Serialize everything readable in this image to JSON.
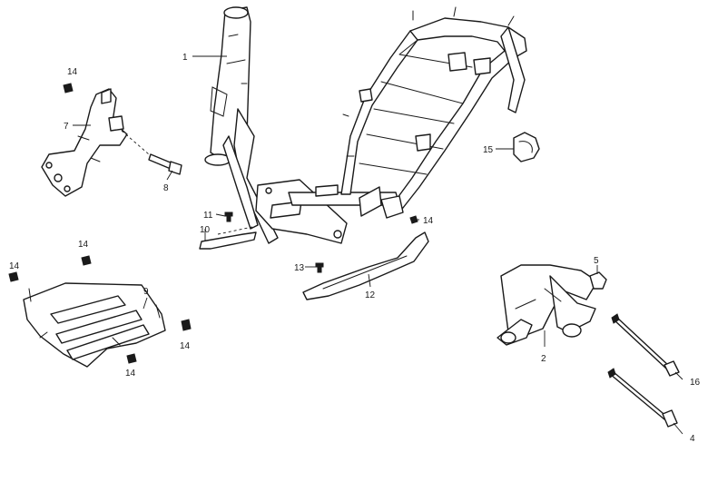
{
  "callouts": {
    "c1": "1",
    "c2": "2",
    "c4": "4",
    "c5": "5",
    "c7": "7",
    "c8": "8",
    "c9": "9",
    "c10": "10",
    "c11": "11",
    "c12": "12",
    "c13": "13",
    "c14": "14",
    "c15": "15",
    "c16": "16"
  }
}
